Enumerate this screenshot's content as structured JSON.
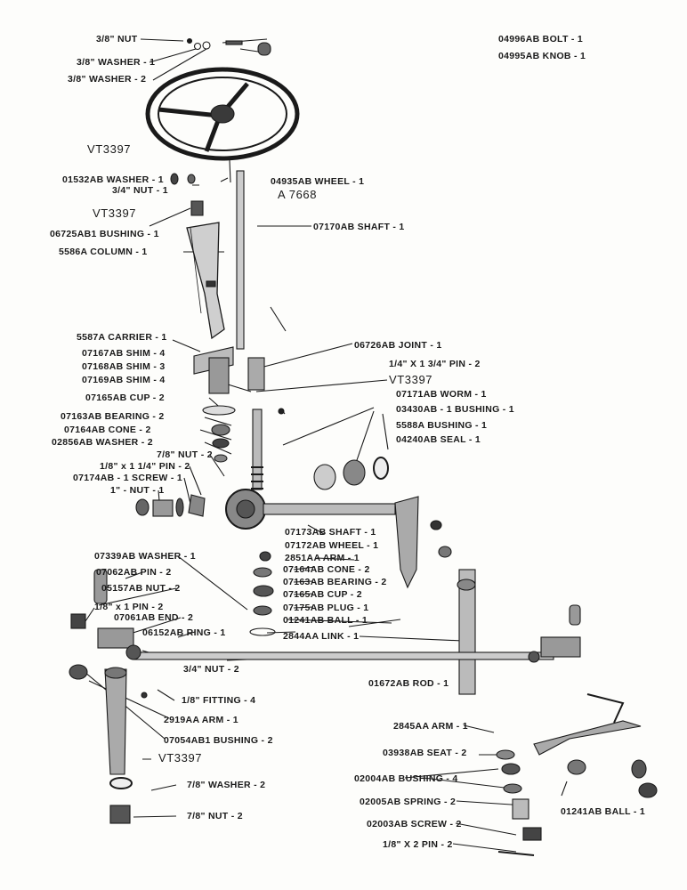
{
  "diagram": {
    "labels": {
      "nut_38": "3/8\" NUT",
      "washer_38_1": "3/8\" WASHER - 1",
      "washer_38_2": "3/8\" WASHER - 2",
      "bolt": "04996AB BOLT - 1",
      "knob": "04995AB KNOB - 1",
      "vt_top": "VT3397",
      "washer_01532": "01532AB WASHER - 1",
      "nut_34": "3/4\" NUT - 1",
      "wheel": "04935AB WHEEL - 1",
      "wheel_sub": "A 7668",
      "vt_mid": "VT3397",
      "bushing_06725": "06725AB1 BUSHING - 1",
      "shaft_07170": "07170AB SHAFT - 1",
      "column": "5586A COLUMN - 1",
      "carrier": "5587A CARRIER - 1",
      "joint": "06726AB JOINT - 1",
      "shim_07167": "07167AB SHIM - 4",
      "pin_14": "1/4\" X 1 3/4\" PIN - 2",
      "shim_07168": "07168AB SHIM - 3",
      "shim_07169": "07169AB SHIM - 4",
      "vt_right": "VT3397",
      "cup_07165": "07165AB CUP - 2",
      "worm": "07171AB WORM - 1",
      "bearing_07163": "07163AB BEARING - 2",
      "bushing_03430": "03430AB - 1 BUSHING - 1",
      "cone_07164": "07164AB CONE - 2",
      "bushing_5588": "5588A BUSHING - 1",
      "washer_02856": "02856AB WASHER - 2",
      "seal": "04240AB SEAL - 1",
      "nut_78": "7/8\" NUT - 2",
      "pin_18_114": "1/8\" x 1 1/4\" PIN - 2",
      "screw_07174": "07174AB - 1 SCREW - 1",
      "nut_1": "1\" - NUT - 1",
      "shaft_07173": "07173AB SHAFT - 1",
      "wheel_07172": "07172AB WHEEL - 1",
      "washer_07339": "07339AB WASHER - 1",
      "arm_2851": "2851AA ARM - 1",
      "pin_07062": "07062AB PIN - 2",
      "cone_07164b": "07164AB CONE - 2",
      "nut_05157": "05157AB NUT - 2",
      "bearing_07163b": "07163AB BEARING - 2",
      "pin_18x1": "1/8\" x 1 PIN - 2",
      "cup_07165b": "07165AB CUP - 2",
      "end_07061": "07061AB END - 2",
      "plug": "07175AB PLUG - 1",
      "ball_01241": "01241AB BALL - 1",
      "ring": "06152AB RING - 1",
      "link": "2844AA LINK - 1",
      "nut_34b": "3/4\" NUT - 2",
      "rod": "01672AB ROD - 1",
      "fitting": "1/8\" FITTING - 4",
      "arm_2919": "2919AA ARM - 1",
      "bushing_07054": "07054AB1 BUSHING - 2",
      "arm_2845": "2845AA ARM - 1",
      "vt_bottom": "VT3397",
      "seat": "03938AB SEAT - 2",
      "washer_78": "7/8\" WASHER - 2",
      "bushing_02004": "02004AB BUSHING - 4",
      "spring": "02005AB SPRING - 2",
      "ball_01241b": "01241AB BALL - 1",
      "nut_78b": "7/8\" NUT - 2",
      "screw_02003": "02003AB SCREW - 2",
      "pin_18x2": "1/8\" X 2 PIN - 2"
    }
  }
}
